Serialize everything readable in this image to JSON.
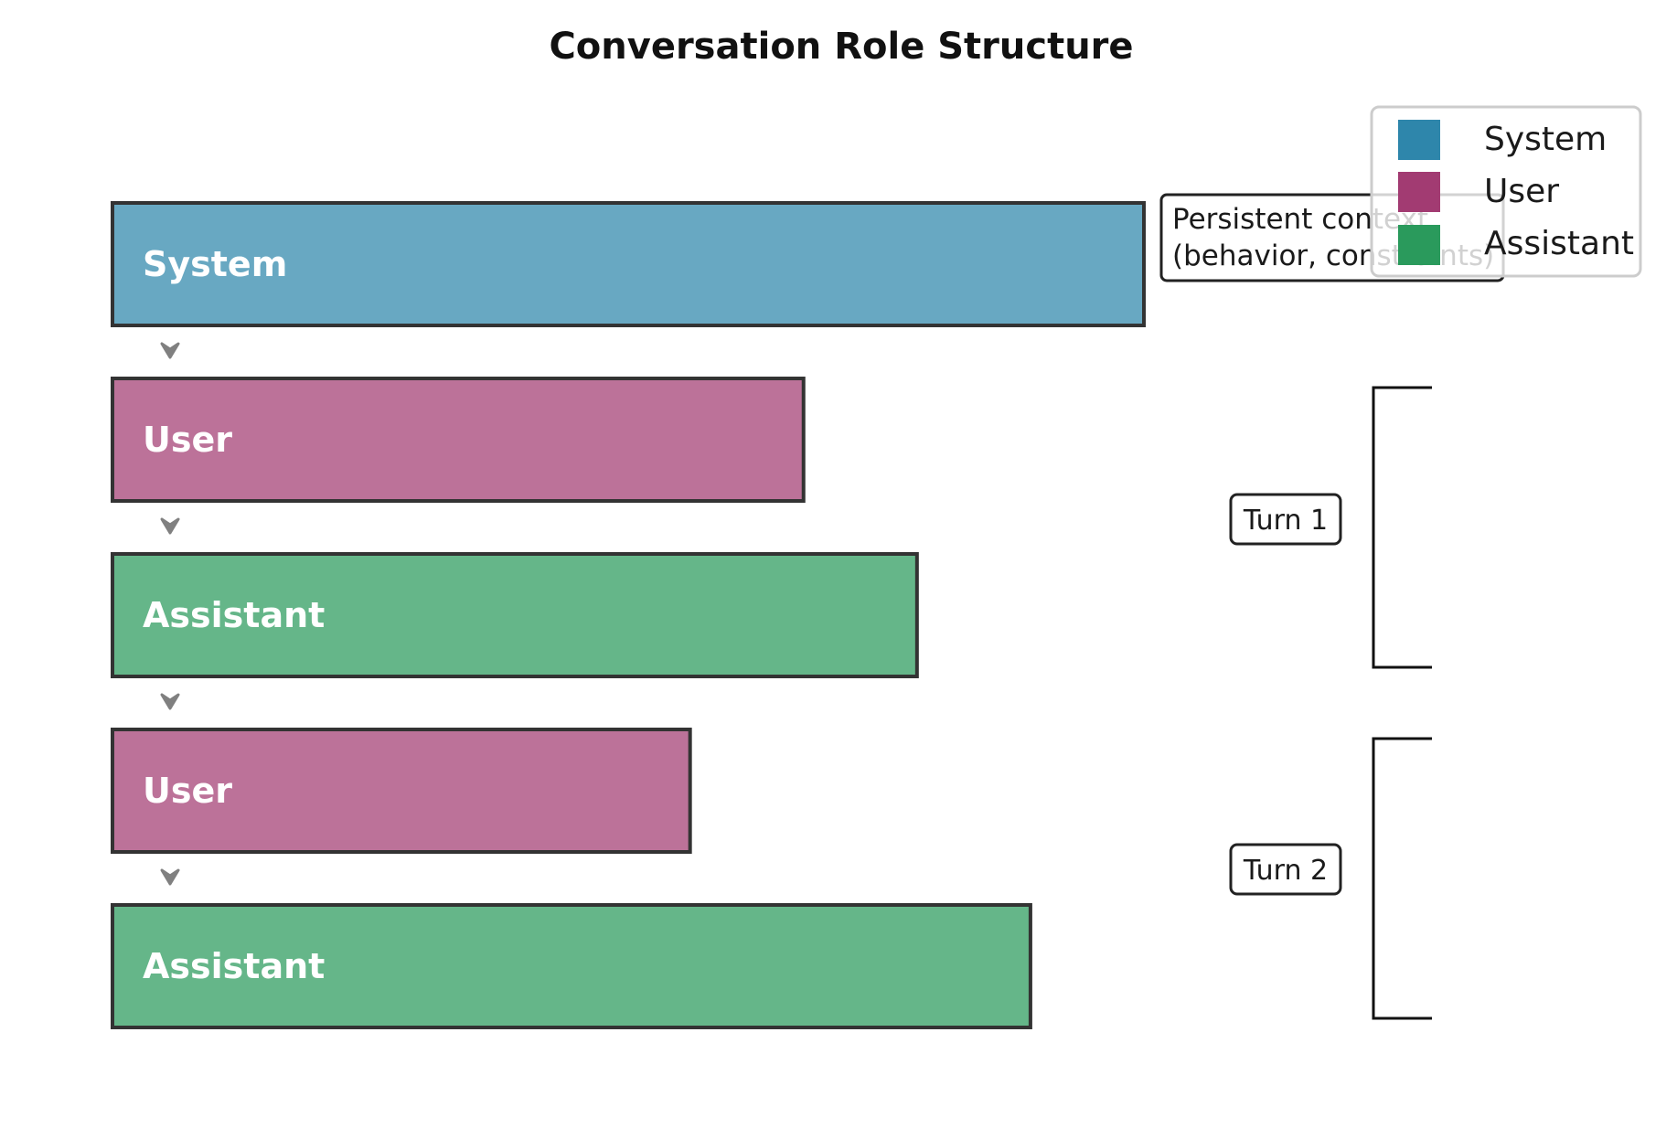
{
  "title": "Conversation Role Structure",
  "colors": {
    "System": "#2e86ab",
    "User": "#a23b72",
    "Assistant": "#2a9a5c",
    "bar_border": "#333333",
    "arrow": "#808080"
  },
  "messages": [
    {
      "role": "System",
      "label": "System",
      "relative_length": 1.0
    },
    {
      "role": "User",
      "label": "User",
      "relative_length": 0.67
    },
    {
      "role": "Assistant",
      "label": "Assistant",
      "relative_length": 0.78
    },
    {
      "role": "User",
      "label": "User",
      "relative_length": 0.56
    },
    {
      "role": "Assistant",
      "label": "Assistant",
      "relative_length": 0.89
    }
  ],
  "system_note": {
    "line1": "Persistent context",
    "line2": "(behavior, constraints)"
  },
  "turns": [
    {
      "label": "Turn 1"
    },
    {
      "label": "Turn 2"
    }
  ],
  "legend": [
    {
      "label": "System",
      "color": "#2e86ab"
    },
    {
      "label": "User",
      "color": "#a23b72"
    },
    {
      "label": "Assistant",
      "color": "#2a9a5c"
    }
  ]
}
